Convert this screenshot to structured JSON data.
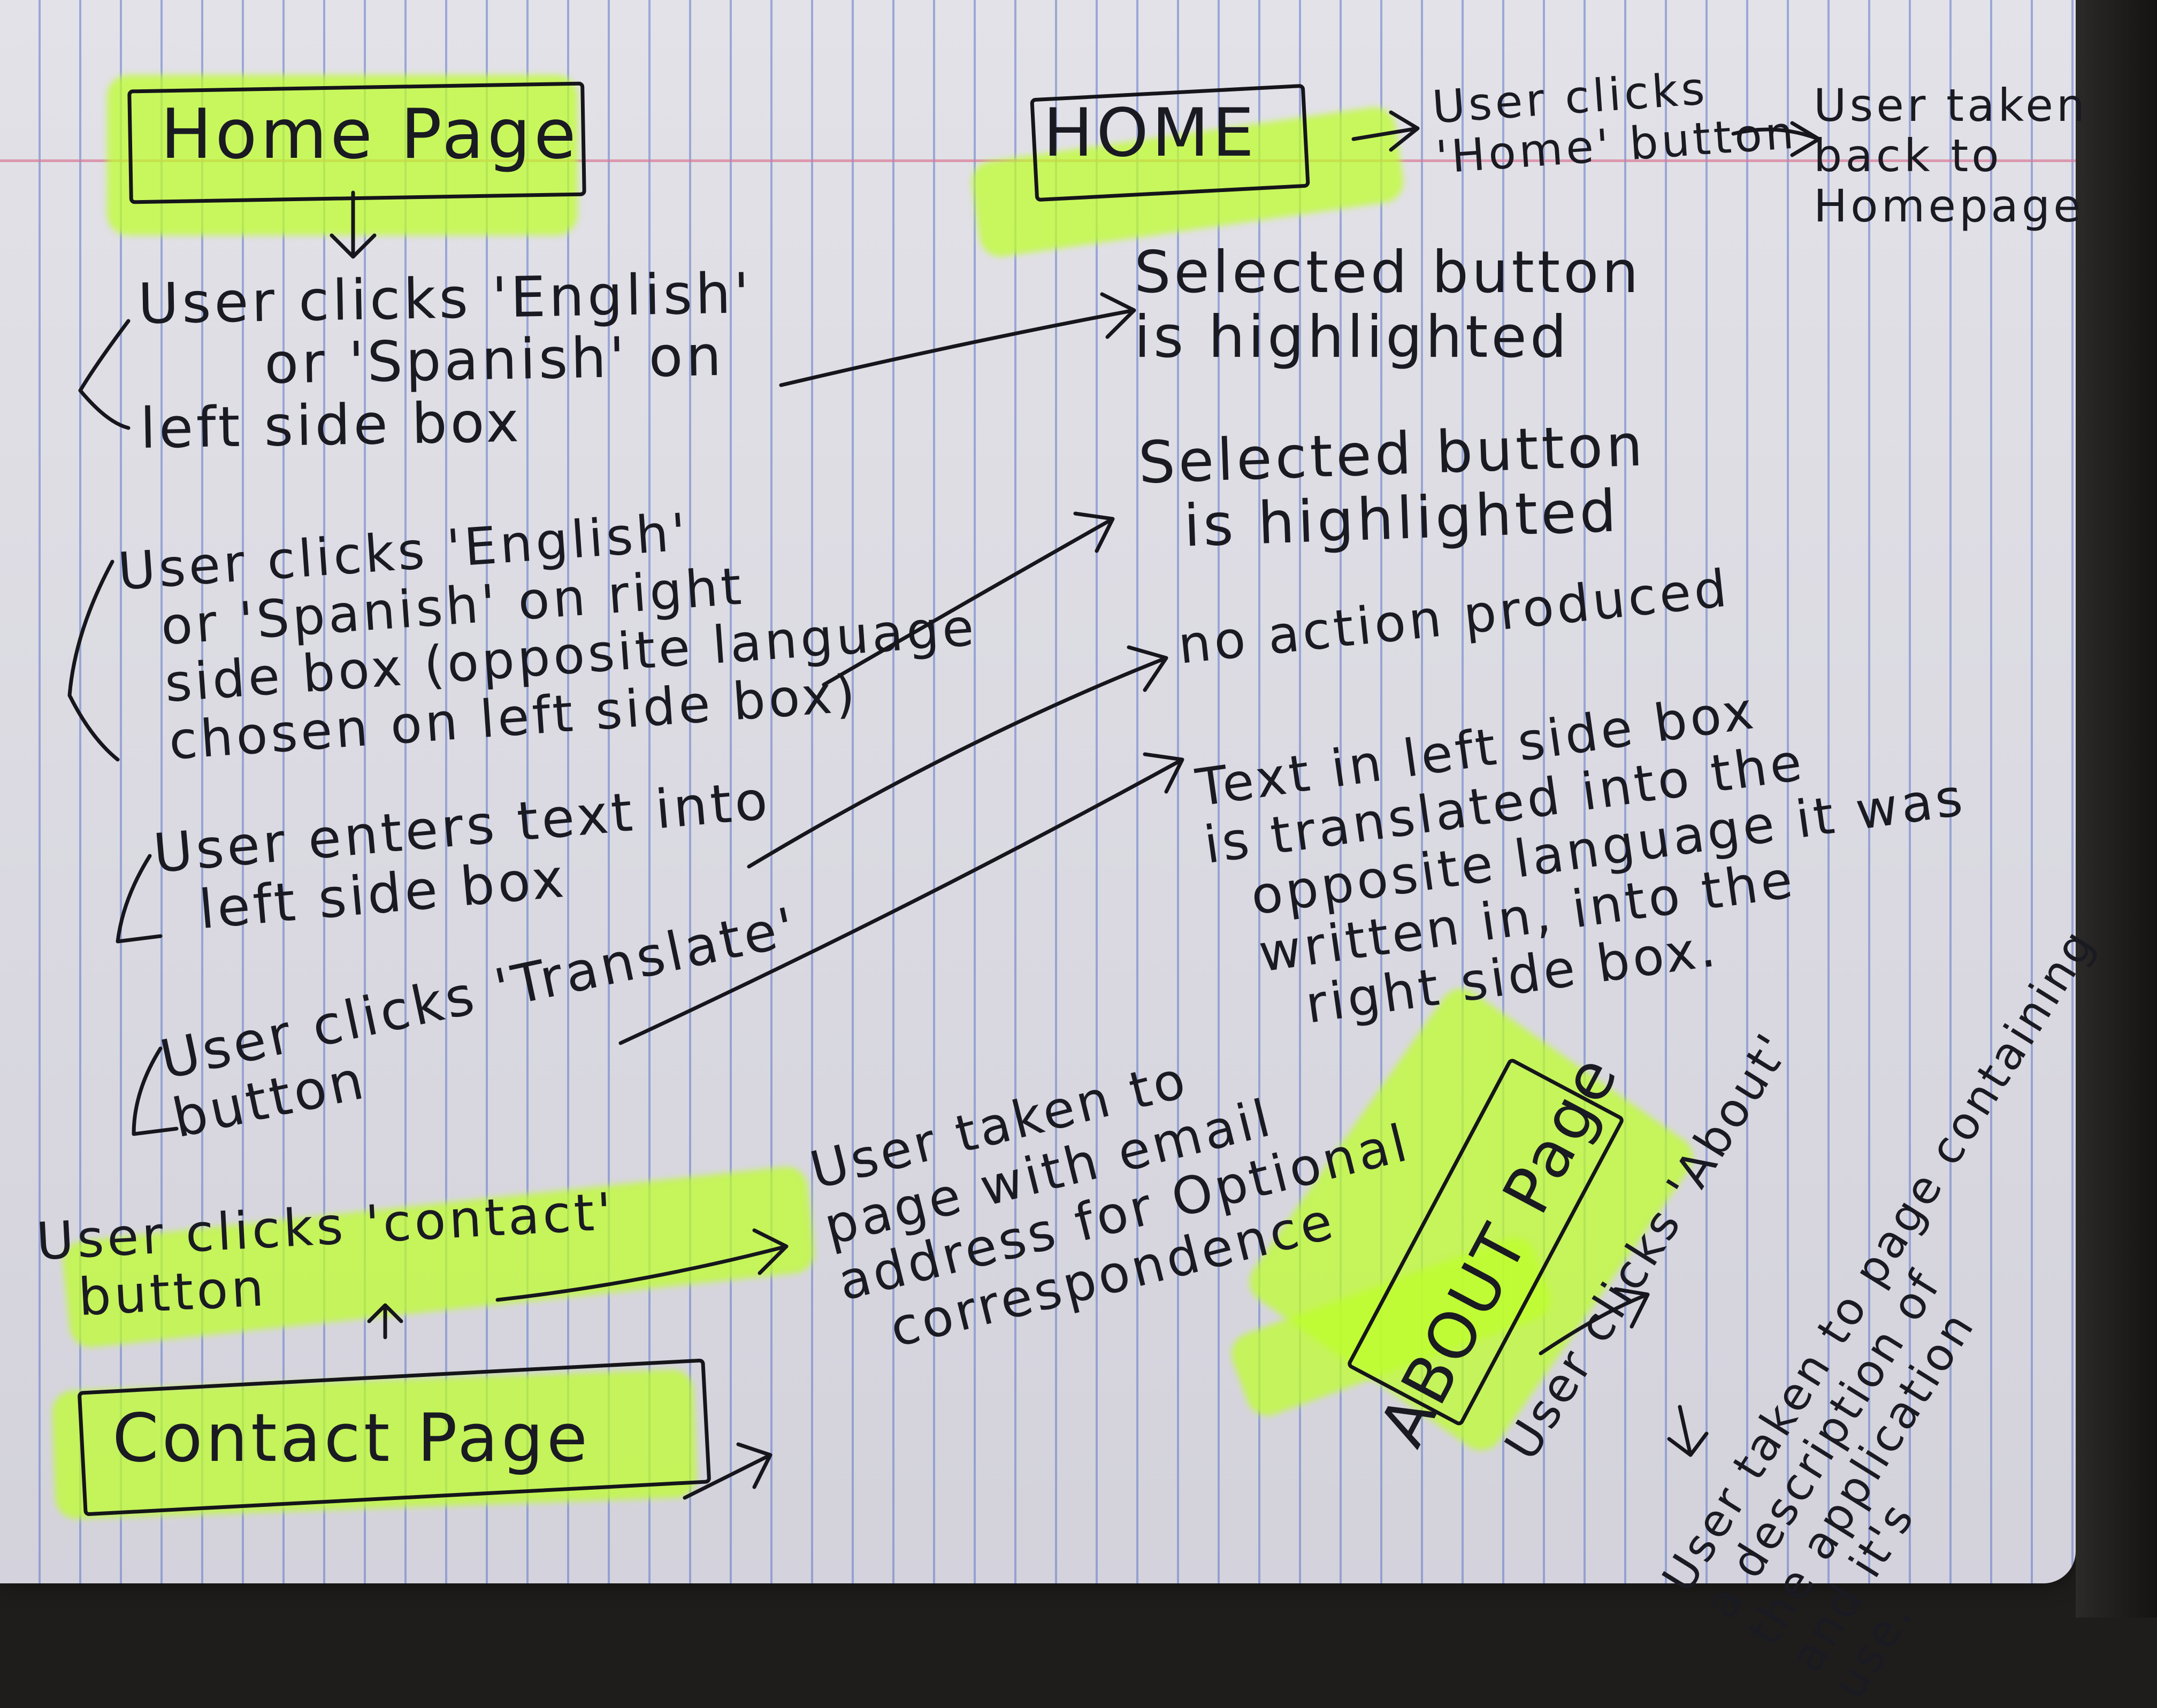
{
  "home_page": {
    "title": "Home Page",
    "steps": [
      "User clicks 'English'\n      or 'Spanish' on\nleft side box",
      "User clicks 'English'\n  or 'Spanish' on right\n  side box (opposite language\n  chosen on left side box)",
      "User enters text into\n  left side box",
      "User clicks 'Translate'\nbutton"
    ],
    "results": [
      "Selected button\nis highlighted",
      "Selected button\n  is highlighted",
      "no action produced",
      "Text in left side box\nis translated into the\n  opposite language it was\n  written in, into the\n    right side box."
    ]
  },
  "home": {
    "title": "HOME",
    "step": "User clicks\n'Home' button",
    "result": "User taken\nback to\nHomepage"
  },
  "contact": {
    "step": "User clicks 'contact'\n  button",
    "title": "Contact Page",
    "result": "User taken to\npage with email\naddress for Optional\n  correspondence"
  },
  "about": {
    "title": "ABOUT Page",
    "step": "User clicks 'About'",
    "result": "User taken to page containing\na description of\nthe application\nand it's\nuse."
  },
  "colors": {
    "highlighter": "#c6ff2e",
    "ink": "#1a1a22",
    "rule": "#5f78c8",
    "margin": "#d77896"
  }
}
